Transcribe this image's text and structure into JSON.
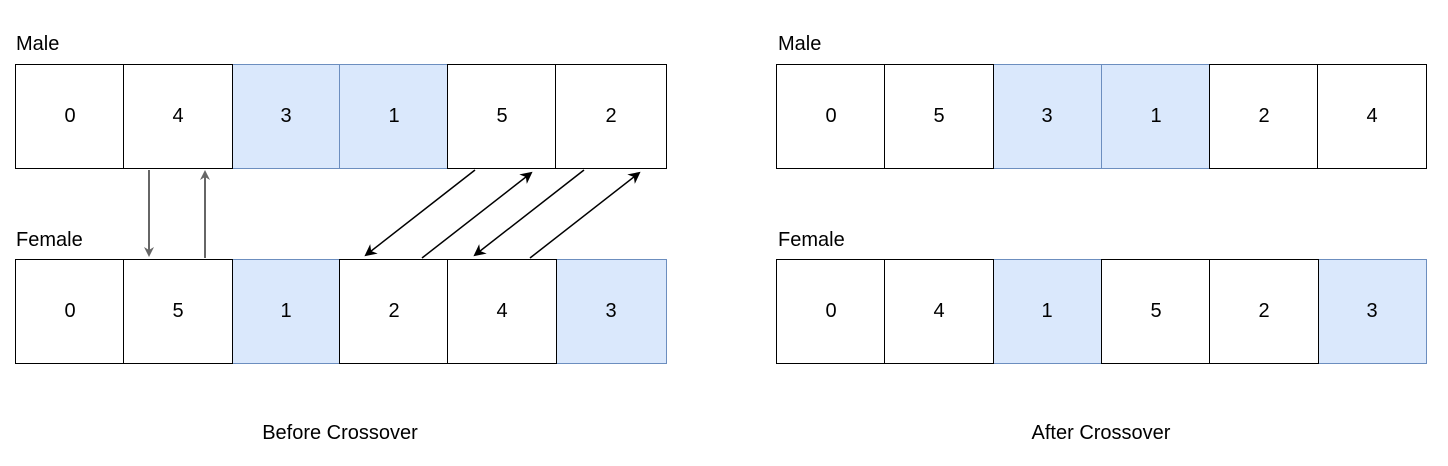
{
  "panels": [
    {
      "id": "before",
      "caption": "Before Crossover",
      "rows": [
        {
          "label": "Male",
          "cells": [
            {
              "value": "0",
              "highlight": false
            },
            {
              "value": "4",
              "highlight": false
            },
            {
              "value": "3",
              "highlight": true
            },
            {
              "value": "1",
              "highlight": true
            },
            {
              "value": "5",
              "highlight": false
            },
            {
              "value": "2",
              "highlight": false
            }
          ]
        },
        {
          "label": "Female",
          "cells": [
            {
              "value": "0",
              "highlight": false
            },
            {
              "value": "5",
              "highlight": false
            },
            {
              "value": "1",
              "highlight": true
            },
            {
              "value": "2",
              "highlight": false
            },
            {
              "value": "4",
              "highlight": false
            },
            {
              "value": "3",
              "highlight": true
            }
          ]
        }
      ]
    },
    {
      "id": "after",
      "caption": "After Crossover",
      "rows": [
        {
          "label": "Male",
          "cells": [
            {
              "value": "0",
              "highlight": false
            },
            {
              "value": "5",
              "highlight": false
            },
            {
              "value": "3",
              "highlight": true
            },
            {
              "value": "1",
              "highlight": true
            },
            {
              "value": "2",
              "highlight": false
            },
            {
              "value": "4",
              "highlight": false
            }
          ]
        },
        {
          "label": "Female",
          "cells": [
            {
              "value": "0",
              "highlight": false
            },
            {
              "value": "4",
              "highlight": false
            },
            {
              "value": "1",
              "highlight": true
            },
            {
              "value": "5",
              "highlight": false
            },
            {
              "value": "2",
              "highlight": false
            },
            {
              "value": "3",
              "highlight": true
            }
          ]
        }
      ]
    }
  ],
  "colors": {
    "highlight_fill": "#dae8fc",
    "highlight_border": "#6c8ebf",
    "border": "#000000",
    "arrow_dark": "#000000",
    "arrow_gray": "#666666"
  }
}
